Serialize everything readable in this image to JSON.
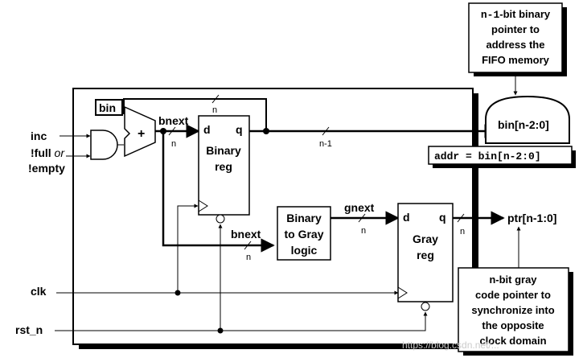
{
  "inputs": {
    "inc": "inc",
    "not_full_or_empty_line1a": "!full",
    "not_full_or_empty_line1b": "or",
    "not_full_or_empty_line2": "!empty",
    "clk": "clk",
    "rst_n": "rst_n"
  },
  "adder": {
    "symbol": "+"
  },
  "signals": {
    "bin": "bin",
    "bnext": "bnext",
    "bnext_lower": "bnext",
    "gnext": "gnext",
    "bus_n_top": "n",
    "bus_n_bnext": "n",
    "bus_n_bnext_lower": "n",
    "bus_n_gnext": "n",
    "bus_n_gray_q": "n",
    "bus_n_minus_1": "n-1"
  },
  "blocks": {
    "binary_reg": {
      "d": "d",
      "q": "q",
      "label_line1": "Binary",
      "label_line2": "reg"
    },
    "gray_reg": {
      "d": "d",
      "q": "q",
      "label_line1": "Gray",
      "label_line2": "reg"
    },
    "bin_to_gray": {
      "line1": "Binary",
      "line2": "to Gray",
      "line3": "logic"
    }
  },
  "outputs": {
    "bin_out": "bin[n-2:0]",
    "ptr_out": "ptr[n-1:0]",
    "addr_eq": "addr = bin[n-2:0]"
  },
  "callouts": {
    "top": {
      "line1_mono": "n-1",
      "line1_rest": "-bit binary",
      "line2": "pointer to",
      "line3": "address the",
      "line4": "FIFO memory"
    },
    "bottom": {
      "line1_mono": "n",
      "line1_rest": "-bit gray",
      "line2": "code pointer to",
      "line3": "synchronize into",
      "line4": "the opposite",
      "line5": "clock domain"
    }
  },
  "watermark": "https://blog.csdn.net/..."
}
